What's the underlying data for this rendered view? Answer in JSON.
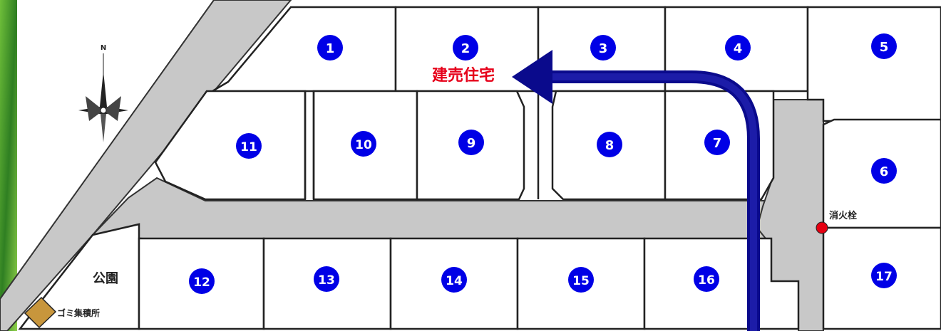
{
  "map": {
    "compass_label": "N",
    "house_label": "建売住宅",
    "park_label": "公園",
    "garbage_label": "ゴミ集積所",
    "hydrant_label": "消火栓",
    "lots": [
      {
        "id": "1",
        "label": "1"
      },
      {
        "id": "2",
        "label": "2"
      },
      {
        "id": "3",
        "label": "3"
      },
      {
        "id": "4",
        "label": "4"
      },
      {
        "id": "5",
        "label": "5"
      },
      {
        "id": "6",
        "label": "6"
      },
      {
        "id": "7",
        "label": "7"
      },
      {
        "id": "8",
        "label": "8"
      },
      {
        "id": "9",
        "label": "9"
      },
      {
        "id": "10",
        "label": "10"
      },
      {
        "id": "11",
        "label": "11"
      },
      {
        "id": "12",
        "label": "12"
      },
      {
        "id": "13",
        "label": "13"
      },
      {
        "id": "14",
        "label": "14"
      },
      {
        "id": "15",
        "label": "15"
      },
      {
        "id": "16",
        "label": "16"
      },
      {
        "id": "17",
        "label": "17"
      }
    ],
    "colors": {
      "marker": "#0000e6",
      "arrow": "#0a0a8c",
      "house_text": "#e6001a",
      "road": "#c8c8c8",
      "hydrant": "#e60012",
      "garbage": "#c8963c",
      "background": "#3f8f2a"
    }
  }
}
